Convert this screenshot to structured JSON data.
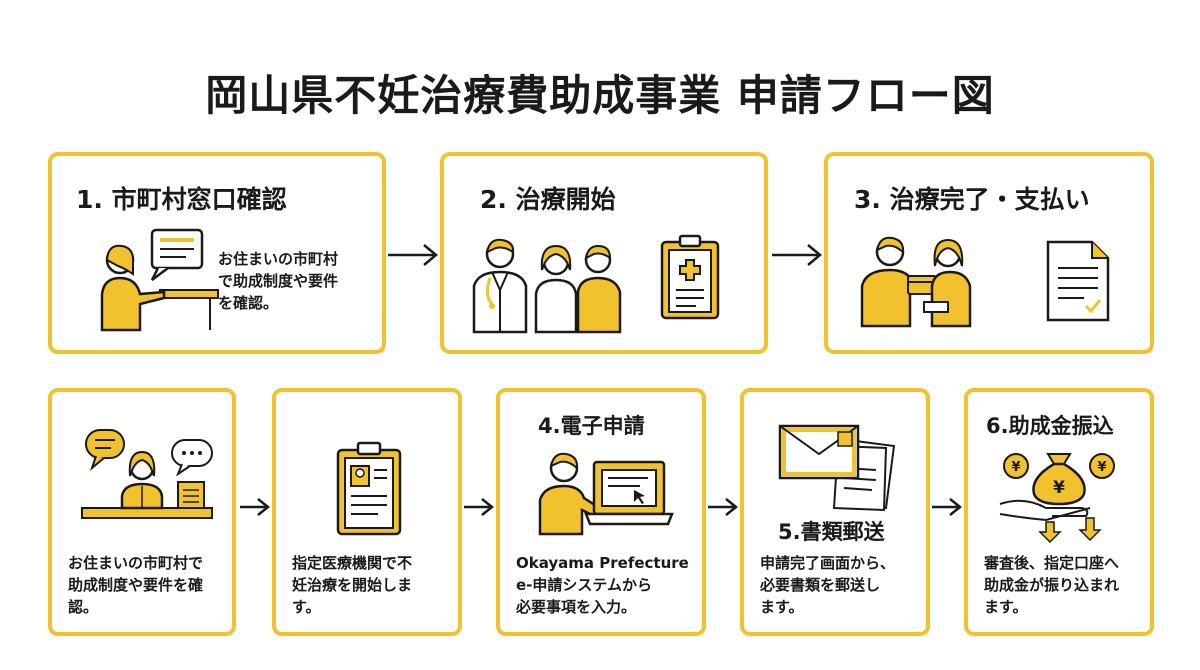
{
  "title": "岡山県不妊治療費助成事業 申請フロー図",
  "colors": {
    "accent": "#f2c12e",
    "ink": "#1a1a1a"
  },
  "top_steps": [
    {
      "title": "1. 市町村窓口確認",
      "text": [
        "お住まいの市町村",
        "で助成制度や要件",
        "を確認。"
      ],
      "icons": [
        "person-at-counter-icon",
        "speech-bubble-document-icon"
      ]
    },
    {
      "title": "2. 治療開始",
      "icons": [
        "doctor-icon",
        "couple-icon",
        "medical-clipboard-icon"
      ]
    },
    {
      "title": "3. 治療完了・支払い",
      "icons": [
        "card-payment-icon",
        "receipt-document-icon"
      ]
    }
  ],
  "bottom_steps": [
    {
      "text": [
        "お住まいの市町村で",
        "助成制度や要件を確",
        "認。"
      ],
      "icons": [
        "reception-staff-icon",
        "chat-bubbles-icon"
      ]
    },
    {
      "text": [
        "指定医療機関で不",
        "妊治療を開始しま",
        "す。"
      ],
      "icons": [
        "id-clipboard-icon"
      ]
    },
    {
      "title": "4.電子申請",
      "text": [
        "Okayama Prefecture",
        "e-申請システムから",
        "必要事項を入力。"
      ],
      "icons": [
        "person-laptop-icon"
      ]
    },
    {
      "title": "5.書類郵送",
      "text": [
        "申請完了画面から、",
        "必要書類を郵送し",
        "ます。"
      ],
      "icons": [
        "envelope-documents-icon"
      ]
    },
    {
      "title": "6.助成金振込",
      "text": [
        "審査後、指定口座へ",
        "助成金が振り込まれ",
        "ます。"
      ],
      "icons": [
        "yen-money-bag-icon"
      ]
    }
  ]
}
